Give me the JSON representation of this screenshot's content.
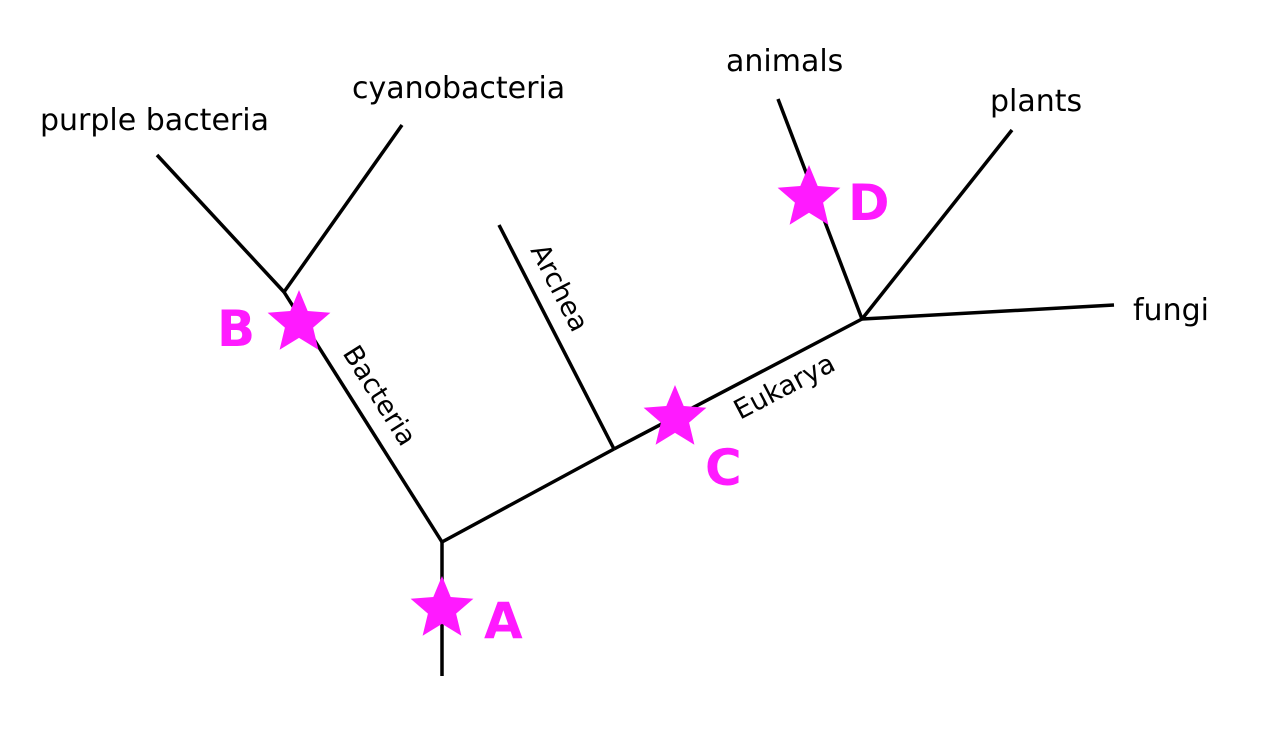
{
  "colors": {
    "line": "#000000",
    "marker": "#ff1aff",
    "background": "#ffffff"
  },
  "tips": {
    "purple_bacteria": "purple bacteria",
    "cyanobacteria": "cyanobacteria",
    "animals": "animals",
    "plants": "plants",
    "fungi": "fungi"
  },
  "clades": {
    "bacteria": "Bacteria",
    "archea": "Archea",
    "eukarya": "Eukarya"
  },
  "markers": [
    {
      "letter": "A",
      "icon": "star-icon"
    },
    {
      "letter": "B",
      "icon": "star-icon"
    },
    {
      "letter": "C",
      "icon": "star-icon"
    },
    {
      "letter": "D",
      "icon": "star-icon"
    }
  ]
}
